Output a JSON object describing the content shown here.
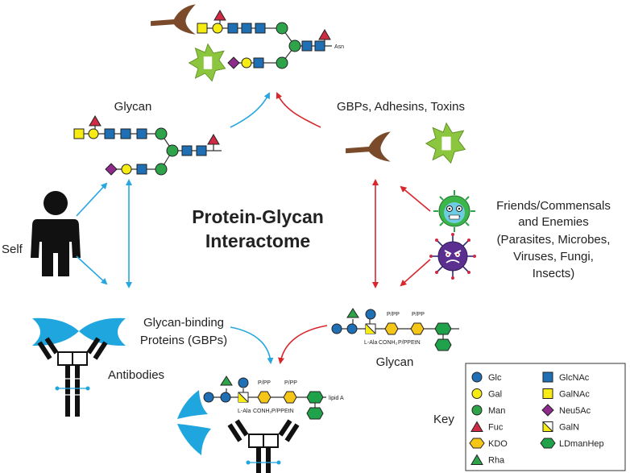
{
  "title_line1": "Protein-Glycan",
  "title_line2": "Interactome",
  "labels": {
    "self": "Self",
    "glycan_top": "Glycan",
    "gbps_adhesins_toxins": "GBPs, Adhesins, Toxins",
    "friends_line1": "Friends/Commensals",
    "friends_line2": "and Enemies",
    "friends_line3": "(Parasites, Microbes,",
    "friends_line4": "Viruses, Fungi,",
    "friends_line5": "Insects)",
    "gbp_line1": "Glycan-binding",
    "gbp_line2": "Proteins (GBPs)",
    "antibodies": "Antibodies",
    "glycan_bottom": "Glycan",
    "asn": "Asn",
    "lipid_a": "lipid A",
    "l_ala": "L-Ala",
    "p_pp": "P/PP",
    "conh2": "CONH₂",
    "p_ppetn": "P/PPEtN",
    "key": "Key"
  },
  "key_items": [
    {
      "shape": "circle",
      "color": "#1f6fb5",
      "label": "Glc"
    },
    {
      "shape": "square",
      "color": "#1f6fb5",
      "label": "GlcNAc"
    },
    {
      "shape": "circle",
      "color": "#f7ec12",
      "label": "Gal"
    },
    {
      "shape": "square",
      "color": "#f7ec12",
      "label": "GalNAc"
    },
    {
      "shape": "circle",
      "color": "#2ea34a",
      "label": "Man"
    },
    {
      "shape": "diamond",
      "color": "#8e2a8b",
      "label": "Neu5Ac"
    },
    {
      "shape": "triangle",
      "color": "#d02a45",
      "label": "Fuc"
    },
    {
      "shape": "halfsquare",
      "color": "#f7ec12",
      "label": "GalN"
    },
    {
      "shape": "hexagon",
      "color": "#f5c518",
      "label": "KDO"
    },
    {
      "shape": "hexagon",
      "color": "#1fa24a",
      "label": "LDmanHep"
    },
    {
      "shape": "triangle",
      "color": "#2ea34a",
      "label": "Rha"
    }
  ],
  "colors": {
    "glc": "#1f6fb5",
    "gal": "#f7ec12",
    "man": "#2ea34a",
    "fuc": "#d02a45",
    "neu5ac": "#8e2a8b",
    "kdo": "#f5c518",
    "ldmanhep": "#1fa24a",
    "gbp_blue": "#1fa6df",
    "arrow_blue": "#27a6e0",
    "arrow_red": "#d8262c",
    "lectin_brown": "#7a4a2b",
    "toxin_green": "#8cc63f"
  }
}
